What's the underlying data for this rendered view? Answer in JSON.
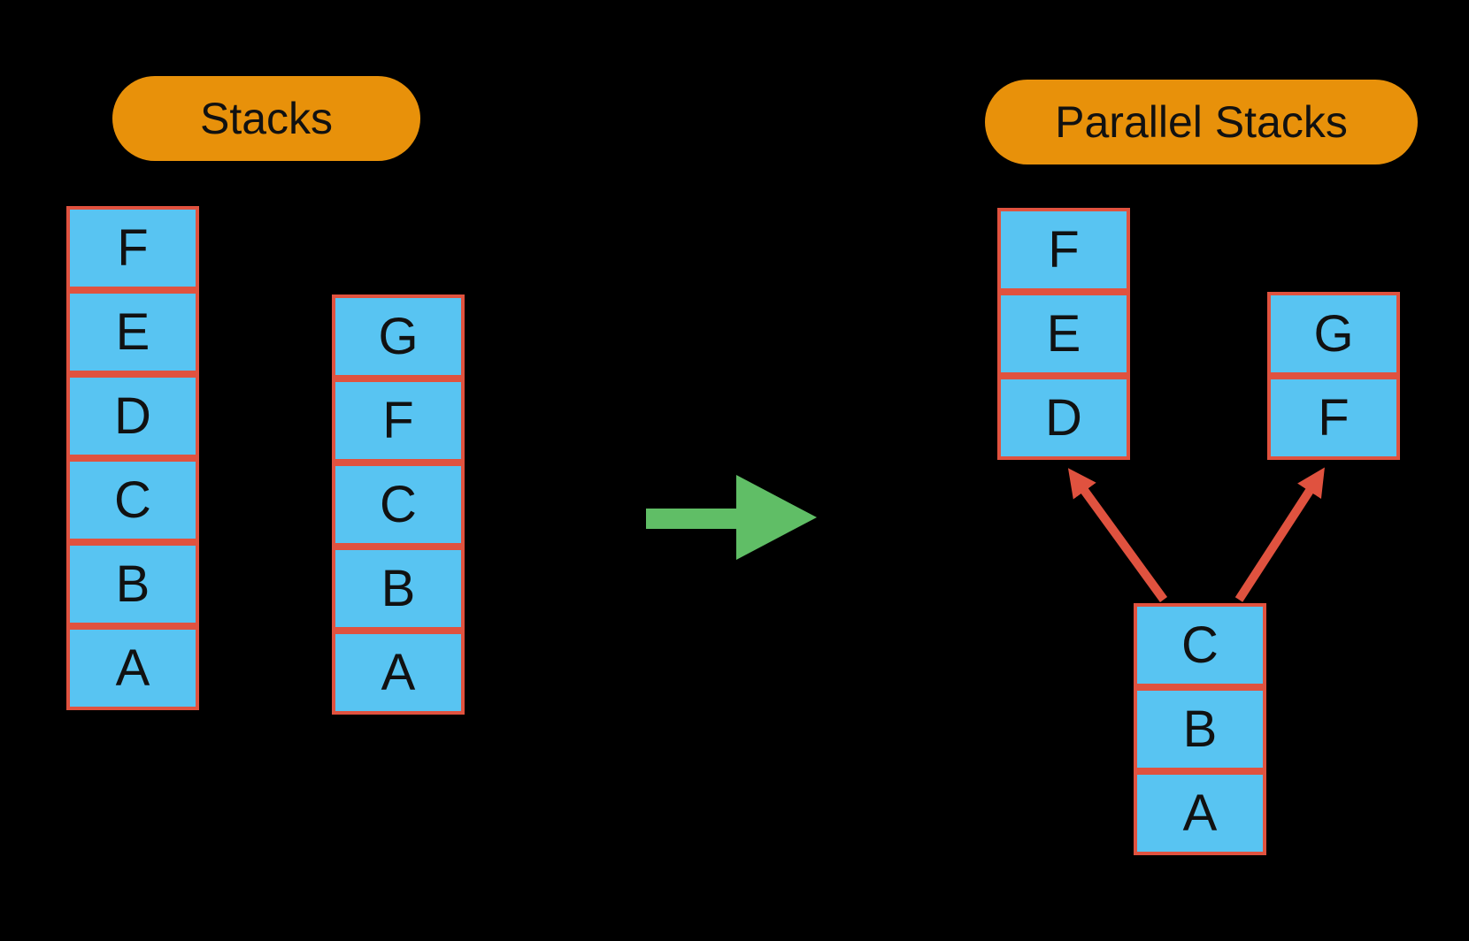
{
  "colors": {
    "background": "#000000",
    "pill_fill": "#E8910A",
    "pill_text": "#111111",
    "box_fill": "#58C4F2",
    "box_border": "#E0523F",
    "letter": "#111111",
    "green_arrow": "#60BE66",
    "red_arrow": "#E0523F"
  },
  "left_panel": {
    "title": "Stacks",
    "stack1": {
      "items": [
        "F",
        "E",
        "D",
        "C",
        "B",
        "A"
      ]
    },
    "stack2": {
      "items": [
        "G",
        "F",
        "C",
        "B",
        "A"
      ]
    }
  },
  "right_panel": {
    "title": "Parallel Stacks",
    "stack_fed": {
      "items": [
        "F",
        "E",
        "D"
      ]
    },
    "stack_gf": {
      "items": [
        "G",
        "F"
      ]
    },
    "stack_shared": {
      "items": [
        "C",
        "B",
        "A"
      ]
    }
  },
  "icons": {
    "transform_arrow": "green-right-arrow",
    "merge_arrow_left": "red-up-left-arrow",
    "merge_arrow_right": "red-up-right-arrow"
  }
}
